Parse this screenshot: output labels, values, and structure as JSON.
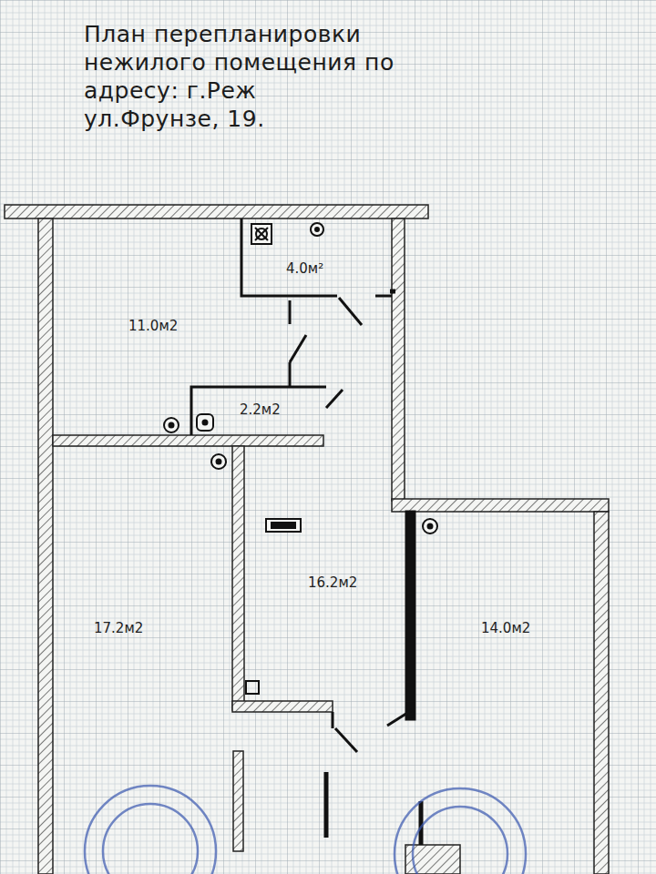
{
  "diagram": {
    "title": "План перепланировки нежилого помещения по адресу: г.Реж ул.Фрунзе, 19.",
    "nodes": [
      {
        "text": [
          "4.0м²"
        ]
      },
      {
        "text": [
          "11.0м2"
        ]
      },
      {
        "text": [
          "2.2м2"
        ]
      },
      {
        "text": [
          "16.2м2"
        ]
      },
      {
        "text": [
          "17.2м2"
        ]
      },
      {
        "text": [
          "14.0м2"
        ]
      }
    ]
  }
}
